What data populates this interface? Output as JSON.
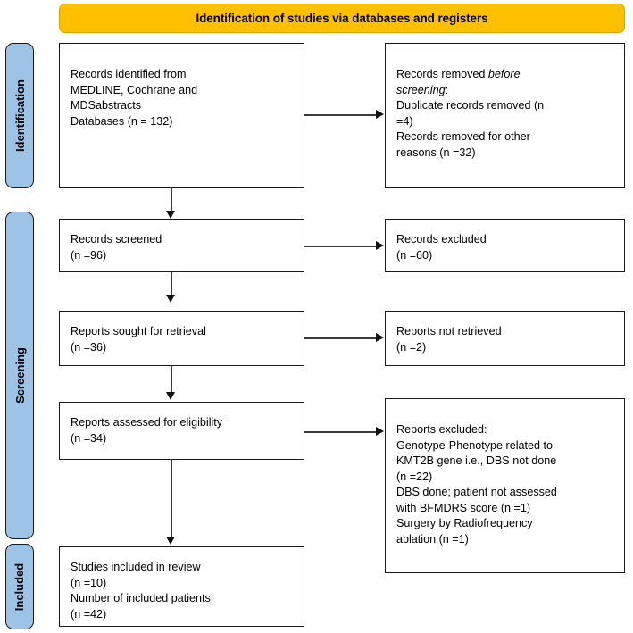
{
  "banner": {
    "title": "Identification of studies via databases and registers"
  },
  "stages": [
    {
      "key": "identification",
      "label": "Identification"
    },
    {
      "key": "screening",
      "label": "Screening"
    },
    {
      "key": "included",
      "label": "Included"
    }
  ],
  "boxes": {
    "identified": {
      "text": "Records identified from\nMEDLINE, Cochrane and\nMDSabstracts\nDatabases (n = 132)"
    },
    "removed": {
      "line1_plain": "Records removed ",
      "line1_italic": "before",
      "line2_italic": "screening",
      "line2_plain": ":",
      "rest": "Duplicate records removed (n\n=4)\nRecords removed for other\nreasons (n =32)"
    },
    "screened": {
      "text": "Records screened\n(n =96)"
    },
    "excluded": {
      "text": "Records excluded\n(n =60)"
    },
    "sought": {
      "text": "Reports sought for retrieval\n(n =36)"
    },
    "not_retrieved": {
      "text": "Reports not retrieved\n(n =2)"
    },
    "assessed": {
      "text": "Reports assessed for eligibility\n(n =34)"
    },
    "reports_excluded": {
      "text": "Reports excluded:\nGenotype-Phenotype related to\nKMT2B gene i.e., DBS not done\n(n =22)\nDBS done; patient not assessed\nwith BFMDRS score (n =1)\nSurgery by Radiofrequency\nablation (n =1)"
    },
    "included": {
      "text": "Studies included in review\n(n =10)\nNumber of included patients\n(n =42)"
    }
  },
  "colors": {
    "banner_fill": "#FFC000",
    "banner_border": "#D9A300",
    "stage_fill": "#9DC3E6",
    "box_border": "#1a1a1a",
    "connector": "#3a3a3a",
    "page_background": "#FFFFFF"
  }
}
